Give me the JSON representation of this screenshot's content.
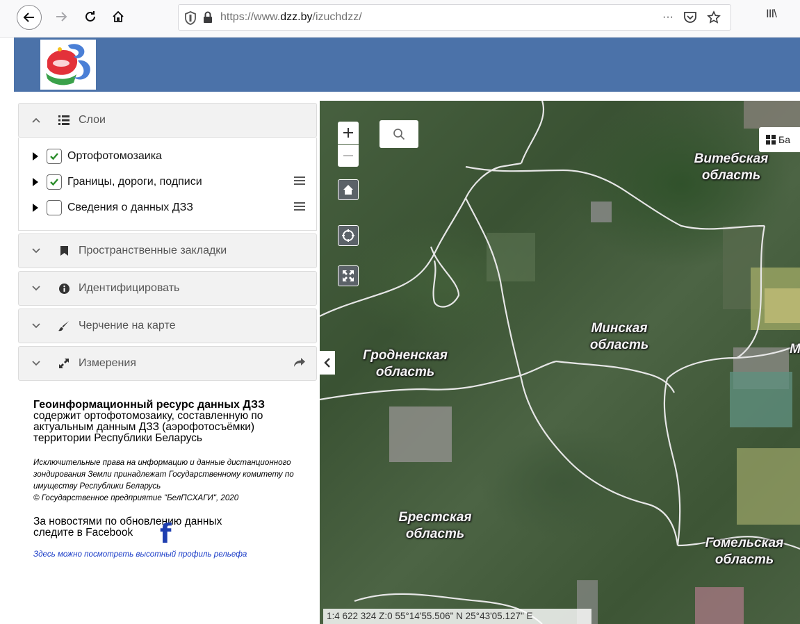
{
  "browser": {
    "url_prefix": "https://www.",
    "url_domain": "dzz.by",
    "url_path": "/izuchdzz/",
    "more_glyph": "···",
    "library_glyph": "III\\"
  },
  "panels": {
    "layers": {
      "title": "Слои",
      "items": [
        {
          "label": "Ортофотомозаика",
          "checked": true
        },
        {
          "label": "Границы, дороги, подписи",
          "checked": true
        },
        {
          "label": "Сведения о данных ДЗЗ",
          "checked": false
        }
      ]
    },
    "bookmarks": {
      "title": "Пространственные закладки"
    },
    "identify": {
      "title": "Идентифицировать"
    },
    "drawing": {
      "title": "Черчение на карте"
    },
    "measure": {
      "title": "Измерения"
    }
  },
  "info": {
    "title": "Геоинформационный ресурс данных ДЗЗ",
    "body": "содержит ортофотомозаику, составленную по актуальным данным ДЗЗ (аэрофотосъёмки) территории Республики Беларусь",
    "rights": "Исключительные права на информацию и данные дистанционного зондирования Земли принадлежат Государственному комитету по имуществу Республики Беларусь",
    "copyright": "© Государственное предприятие \"БелПСХАГИ\", 2020",
    "news": "За новостями по обновлению данных следите в Facebook",
    "facebook_glyph": "f",
    "relief_link": "Здесь можно посмотреть высотный профиль рельефа"
  },
  "map": {
    "basemap_label": "Ба",
    "regions": {
      "vitebsk": "Витебская область",
      "minsk": "Минская область",
      "grodno": "Гродненская область",
      "brest": "Брестская область",
      "gomel": "Гомельская область",
      "mogilev_partial": "М"
    },
    "status": "1:4 622 324  Z:0  55°14'55.506\" N  25°43'05.127\" E"
  }
}
